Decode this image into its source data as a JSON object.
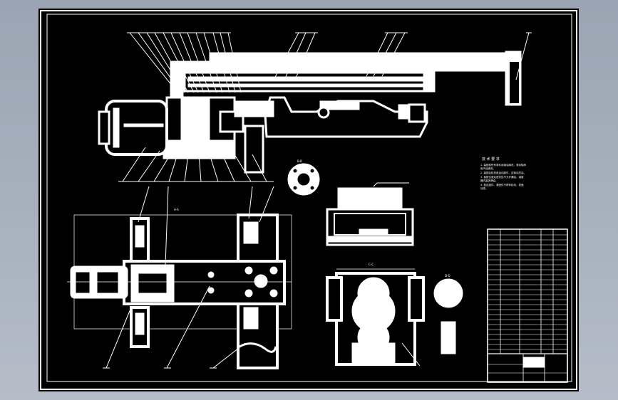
{
  "window": {
    "background": "#a4aebb",
    "sheet_color": "#000000",
    "ink_color": "#ffffff"
  },
  "drawing": {
    "technical_requirements": {
      "title": "技 术 要 求",
      "lines": [
        "1. 装配前所有零件用煤油清洗，滚动轴承",
        "   用汽油清洗。",
        "2. 装配后检查各运动部件，应转动灵活。",
        "3. 各配合面及密封处不允许漏油，减速",
        "   器内装润滑油。",
        "4. 各连接件、紧固件不得有松动，表面",
        "   涂漆。"
      ]
    },
    "view_labels": {
      "section_a": "A-A",
      "section_b": "B-B",
      "section_c": "C-C",
      "section_d": "D-D"
    }
  }
}
